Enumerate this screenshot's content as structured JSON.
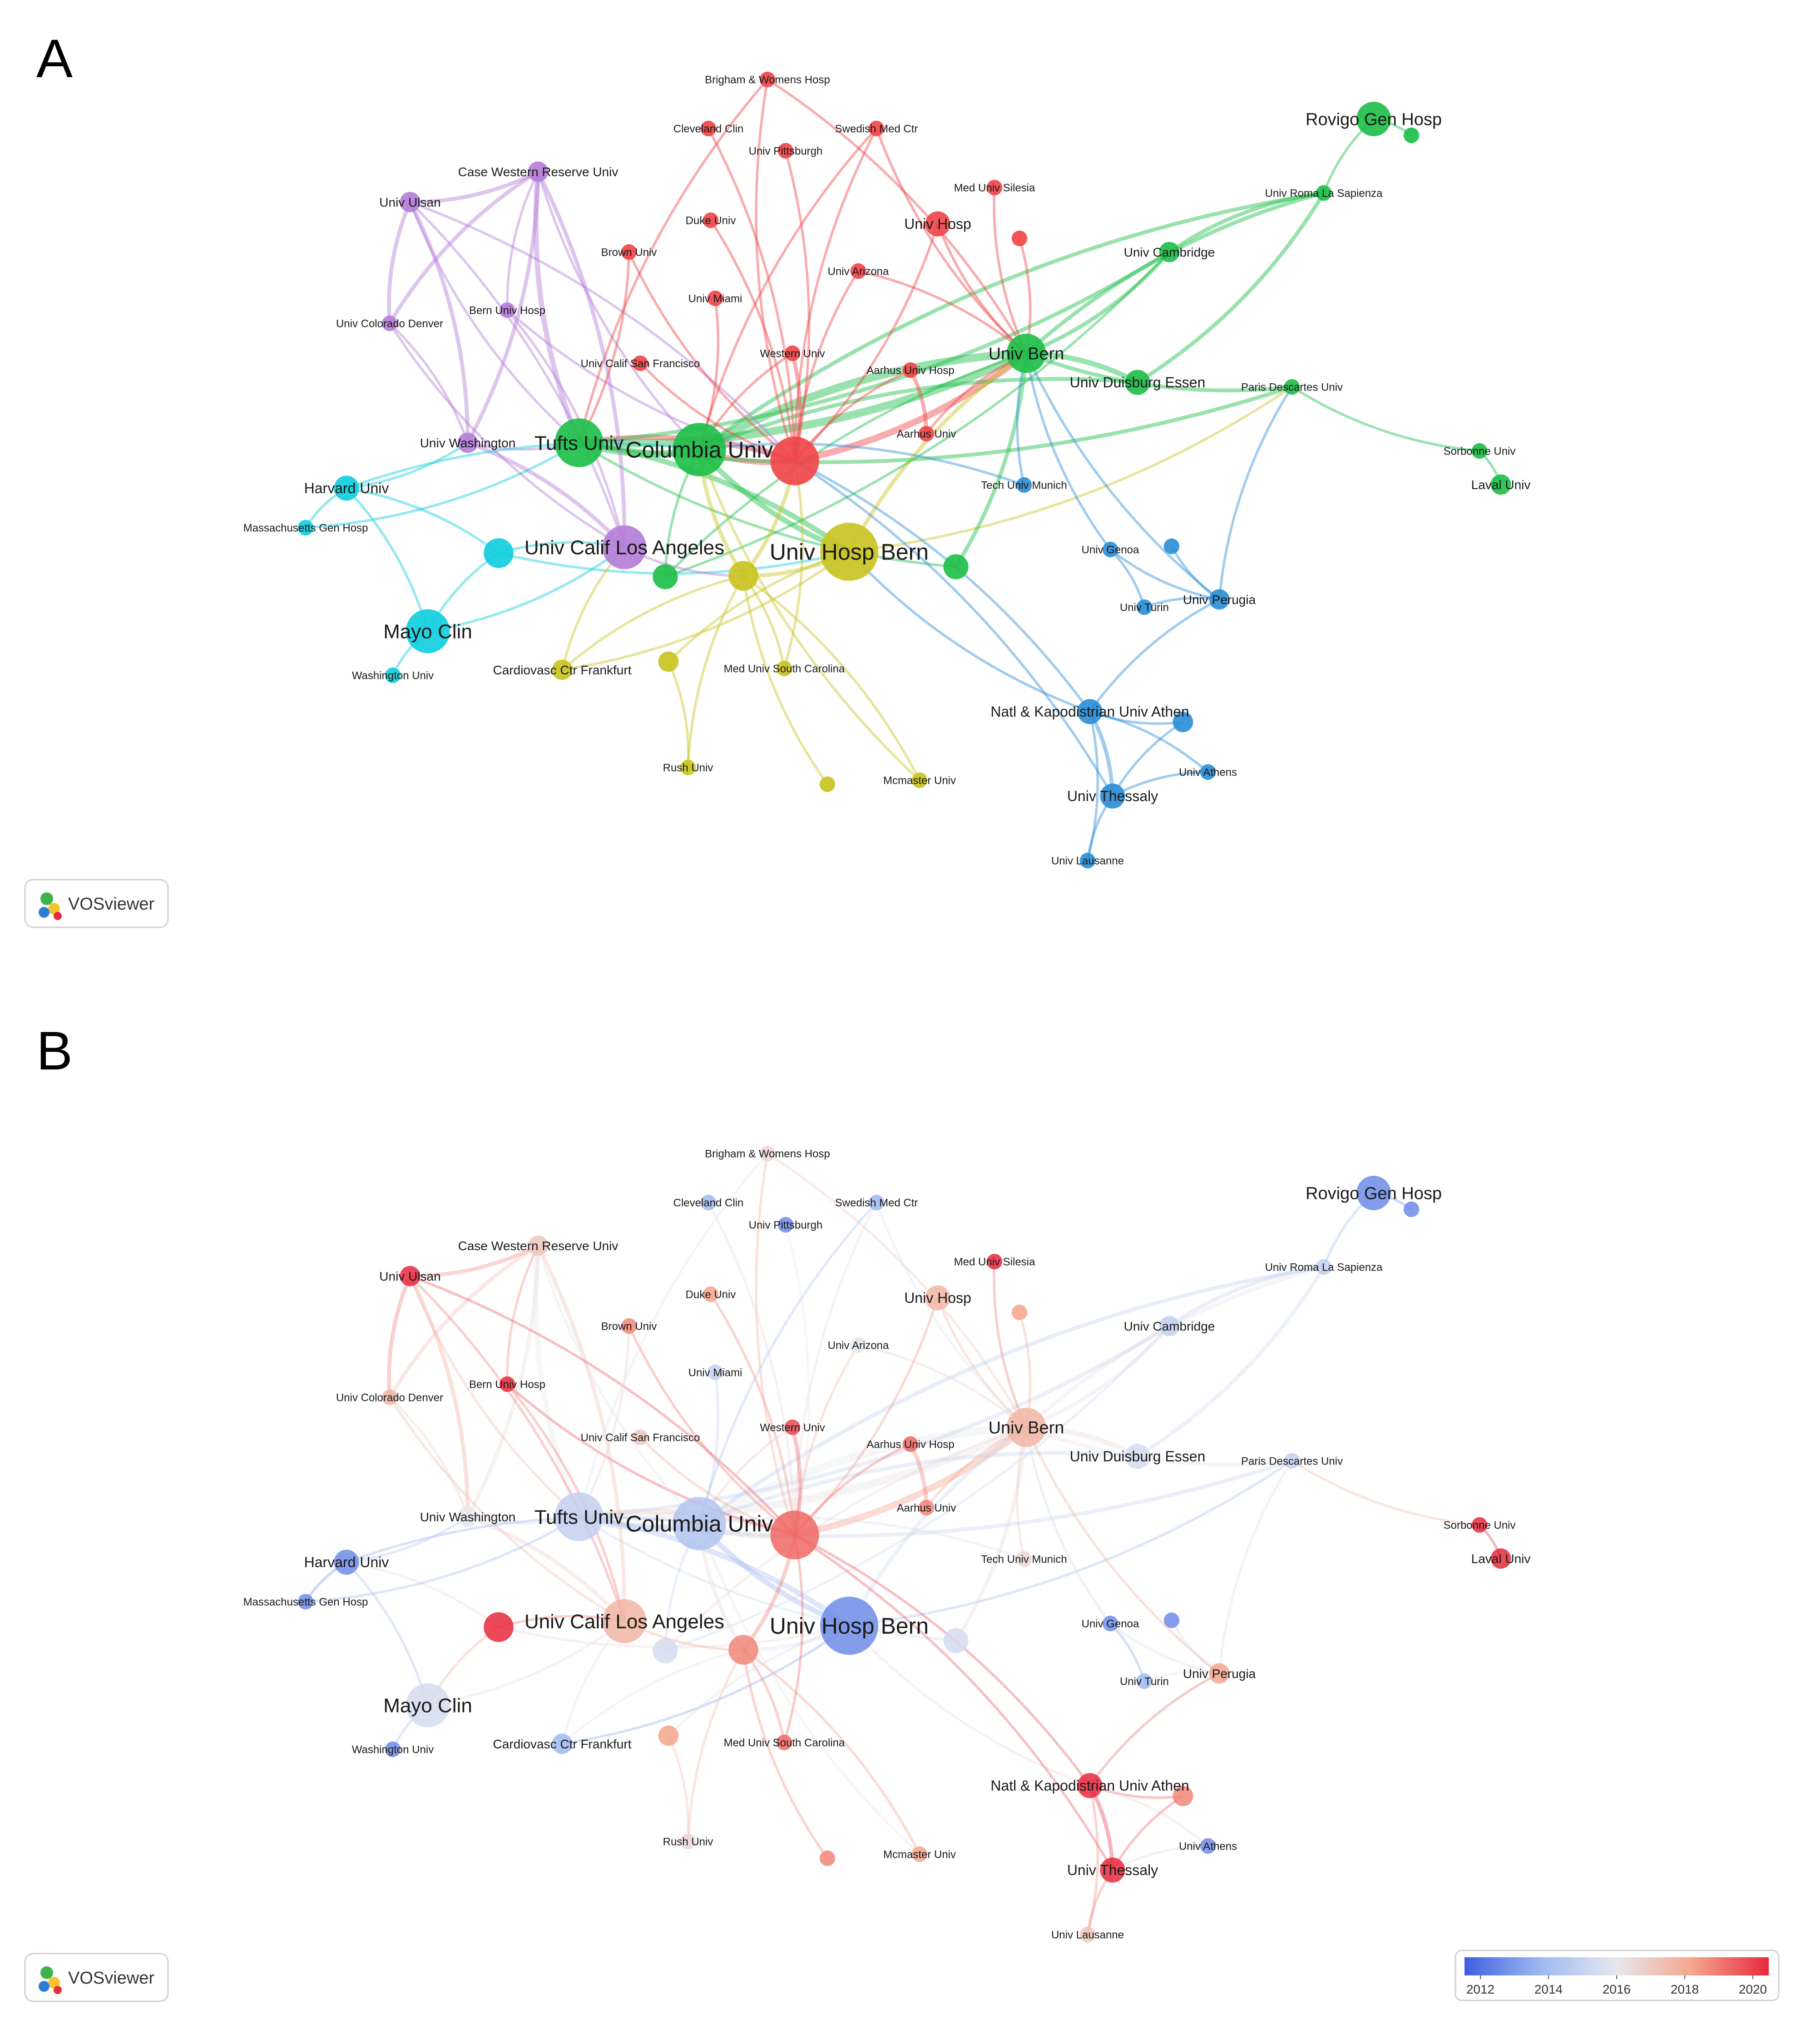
{
  "panels": [
    {
      "id": "A",
      "letter": "A",
      "mode": "cluster"
    },
    {
      "id": "B",
      "letter": "B",
      "mode": "overlay"
    }
  ],
  "watermark": {
    "text": "VOSviewer",
    "icon": "vosviewer-logo-icon"
  },
  "colorbar": {
    "ticks": [
      "2012",
      "2014",
      "2016",
      "2018",
      "2020"
    ],
    "range": [
      2012,
      2020
    ],
    "colors": [
      "#3d5fe0",
      "#9fb8f0",
      "#e6e8ee",
      "#f4a58c",
      "#e8283c"
    ]
  },
  "clusters": {
    "1": "#f0464a",
    "2": "#1fbf4a",
    "3": "#2e8fd6",
    "4": "#c9c423",
    "5": "#b57fd9",
    "6": "#12cede"
  },
  "nodes": [
    {
      "id": "brigham",
      "label": "Brigham & Womens Hosp",
      "cl": 1,
      "w": 1,
      "yr": 2016.5
    },
    {
      "id": "cleveland",
      "label": "Cleveland Clin",
      "cl": 1,
      "w": 1,
      "yr": 2014
    },
    {
      "id": "swedish",
      "label": "Swedish Med Ctr",
      "cl": 1,
      "w": 1,
      "yr": 2014
    },
    {
      "id": "pittsburgh",
      "label": "Univ Pittsburgh",
      "cl": 1,
      "w": 1,
      "yr": 2013
    },
    {
      "id": "silesia",
      "label": "Med Univ Silesia",
      "cl": 1,
      "w": 1,
      "yr": 2020
    },
    {
      "id": "duke",
      "label": "Duke Univ",
      "cl": 1,
      "w": 1,
      "yr": 2018
    },
    {
      "id": "univhosp",
      "label": "Univ Hosp",
      "cl": 1,
      "w": 3,
      "yr": 2017.5
    },
    {
      "id": "unlab1",
      "label": "",
      "cl": 1,
      "w": 1,
      "yr": 2018
    },
    {
      "id": "brown",
      "label": "Brown Univ",
      "cl": 1,
      "w": 1,
      "yr": 2018.5
    },
    {
      "id": "arizona",
      "label": "Univ Arizona",
      "cl": 1,
      "w": 1,
      "yr": 2016
    },
    {
      "id": "miami",
      "label": "Univ Miami",
      "cl": 1,
      "w": 1,
      "yr": 2015
    },
    {
      "id": "ucsf",
      "label": "Univ Calif San Francisco",
      "cl": 1,
      "w": 1,
      "yr": 2017
    },
    {
      "id": "western",
      "label": "Western Univ",
      "cl": 1,
      "w": 1,
      "yr": 2019.5
    },
    {
      "id": "aarhushosp",
      "label": "Aarhus Univ Hosp",
      "cl": 1,
      "w": 1,
      "yr": 2019
    },
    {
      "id": "aarhus",
      "label": "Aarhus Univ",
      "cl": 1,
      "w": 1,
      "yr": 2018.5
    },
    {
      "id": "bigred",
      "label": "",
      "cl": 1,
      "w": 8,
      "yr": 2019
    },
    {
      "id": "rovigo",
      "label": "Rovigo Gen Hosp",
      "cl": 2,
      "w": 5,
      "yr": 2013
    },
    {
      "id": "rovigo2",
      "label": "",
      "cl": 2,
      "w": 1,
      "yr": 2013
    },
    {
      "id": "roma",
      "label": "Univ Roma La Sapienza",
      "cl": 2,
      "w": 1,
      "yr": 2015
    },
    {
      "id": "cambridge",
      "label": "Univ Cambridge",
      "cl": 2,
      "w": 2,
      "yr": 2015
    },
    {
      "id": "bern",
      "label": "Univ Bern",
      "cl": 2,
      "w": 6,
      "yr": 2017.5
    },
    {
      "id": "duisburg",
      "label": "Univ Duisburg Essen",
      "cl": 2,
      "w": 3,
      "yr": 2015.5
    },
    {
      "id": "paris",
      "label": "Paris Descartes Univ",
      "cl": 2,
      "w": 1,
      "yr": 2015
    },
    {
      "id": "sorbonne",
      "label": "Sorbonne Univ",
      "cl": 2,
      "w": 1,
      "yr": 2020
    },
    {
      "id": "laval",
      "label": "Laval Univ",
      "cl": 2,
      "w": 2,
      "yr": 2020
    },
    {
      "id": "tufts",
      "label": "Tufts Univ",
      "cl": 2,
      "w": 8,
      "yr": 2015
    },
    {
      "id": "columbia",
      "label": "Columbia Univ",
      "cl": 2,
      "w": 9,
      "yr": 2014.5
    },
    {
      "id": "unlab2",
      "label": "",
      "cl": 2,
      "w": 3,
      "yr": 2015.5
    },
    {
      "id": "genoa",
      "label": "Univ Genoa",
      "cl": 3,
      "w": 1,
      "yr": 2013
    },
    {
      "id": "unlab3",
      "label": "",
      "cl": 3,
      "w": 1,
      "yr": 2013
    },
    {
      "id": "turin",
      "label": "Univ Turin",
      "cl": 3,
      "w": 1,
      "yr": 2014
    },
    {
      "id": "perugia",
      "label": "Univ Perugia",
      "cl": 3,
      "w": 2,
      "yr": 2018
    },
    {
      "id": "techmunich",
      "label": "Tech Univ Munich",
      "cl": 3,
      "w": 1,
      "yr": 2016.5
    },
    {
      "id": "athens",
      "label": "Natl & Kapodistrian Univ Athen",
      "cl": 3,
      "w": 3,
      "yr": 2020
    },
    {
      "id": "athensb",
      "label": "",
      "cl": 3,
      "w": 2,
      "yr": 2018.5
    },
    {
      "id": "univathens",
      "label": "Univ Athens",
      "cl": 3,
      "w": 1,
      "yr": 2013
    },
    {
      "id": "thessaly",
      "label": "Univ Thessaly",
      "cl": 3,
      "w": 3,
      "yr": 2020
    },
    {
      "id": "lausanne",
      "label": "Univ Lausanne",
      "cl": 3,
      "w": 1,
      "yr": 2017
    },
    {
      "id": "hospbern",
      "label": "Univ Hosp Bern",
      "cl": 4,
      "w": 10,
      "yr": 2013
    },
    {
      "id": "unlab4",
      "label": "",
      "cl": 4,
      "w": 4,
      "yr": 2018.5
    },
    {
      "id": "cardio",
      "label": "Cardiovasc Ctr Frankfurt",
      "cl": 4,
      "w": 2,
      "yr": 2014
    },
    {
      "id": "unlab5",
      "label": "",
      "cl": 4,
      "w": 2,
      "yr": 2018
    },
    {
      "id": "musc",
      "label": "Med Univ South Carolina",
      "cl": 4,
      "w": 1,
      "yr": 2019
    },
    {
      "id": "rush",
      "label": "Rush Univ",
      "cl": 4,
      "w": 1,
      "yr": 2016.5
    },
    {
      "id": "unlab6",
      "label": "",
      "cl": 4,
      "w": 1,
      "yr": 2018.5
    },
    {
      "id": "mcmaster",
      "label": "Mcmaster Univ",
      "cl": 4,
      "w": 1,
      "yr": 2018
    },
    {
      "id": "unlab7",
      "label": "",
      "cl": 2,
      "w": 3,
      "yr": 2015.5
    },
    {
      "id": "cwru",
      "label": "Case Western Reserve Univ",
      "cl": 5,
      "w": 2,
      "yr": 2017
    },
    {
      "id": "ulsan",
      "label": "Univ Ulsan",
      "cl": 5,
      "w": 2,
      "yr": 2020
    },
    {
      "id": "berneuniv",
      "label": "Bern Univ Hosp",
      "cl": 5,
      "w": 1,
      "yr": 2020
    },
    {
      "id": "colorado",
      "label": "Univ Colorado Denver",
      "cl": 5,
      "w": 1,
      "yr": 2017.5
    },
    {
      "id": "uw",
      "label": "Univ Washington",
      "cl": 5,
      "w": 2,
      "yr": 2016
    },
    {
      "id": "ucla",
      "label": "Univ Calif Los Angeles",
      "cl": 5,
      "w": 7,
      "yr": 2017.5
    },
    {
      "id": "harvard",
      "label": "Harvard Univ",
      "cl": 6,
      "w": 3,
      "yr": 2013
    },
    {
      "id": "mgh",
      "label": "Massachusetts Gen Hosp",
      "cl": 6,
      "w": 1,
      "yr": 2013
    },
    {
      "id": "cyannode",
      "label": "",
      "cl": 6,
      "w": 4,
      "yr": 2020
    },
    {
      "id": "mayo",
      "label": "Mayo Clin",
      "cl": 6,
      "w": 7,
      "yr": 2015.5
    },
    {
      "id": "washu",
      "label": "Washington Univ",
      "cl": 6,
      "w": 1,
      "yr": 2013
    }
  ],
  "links": [
    [
      "columbia",
      "bern",
      5
    ],
    [
      "tufts",
      "bern",
      5
    ],
    [
      "columbia",
      "tufts",
      4
    ],
    [
      "columbia",
      "hospbern",
      3
    ],
    [
      "tufts",
      "hospbern",
      3
    ],
    [
      "bigred",
      "bern",
      4
    ],
    [
      "bigred",
      "columbia",
      3
    ],
    [
      "bigred",
      "tufts",
      3
    ],
    [
      "bern",
      "duisburg",
      3
    ],
    [
      "bern",
      "cambridge",
      2
    ],
    [
      "bern",
      "roma",
      2
    ],
    [
      "bern",
      "paris",
      2
    ],
    [
      "cambridge",
      "roma",
      2
    ],
    [
      "duisburg",
      "roma",
      2
    ],
    [
      "columbia",
      "roma",
      2
    ],
    [
      "tufts",
      "cambridge",
      2
    ],
    [
      "columbia",
      "duisburg",
      2
    ],
    [
      "tufts",
      "paris",
      2
    ],
    [
      "hospbern",
      "bern",
      2
    ],
    [
      "hospbern",
      "paris",
      1
    ],
    [
      "rovigo",
      "rovigo2",
      1
    ],
    [
      "rovigo",
      "roma",
      1
    ],
    [
      "sorbonne",
      "laval",
      1
    ],
    [
      "paris",
      "sorbonne",
      1
    ],
    [
      "unlab2",
      "bern",
      1
    ],
    [
      "unlab2",
      "cambridge",
      1
    ],
    [
      "unlab2",
      "columbia",
      1
    ],
    [
      "unlab7",
      "bern",
      2
    ],
    [
      "unlab7",
      "tufts",
      1
    ],
    [
      "cwru",
      "tufts",
      3
    ],
    [
      "cwru",
      "ulsan",
      2
    ],
    [
      "cwru",
      "colorado",
      2
    ],
    [
      "cwru",
      "uw",
      2
    ],
    [
      "cwru",
      "berneuniv",
      1
    ],
    [
      "ulsan",
      "uw",
      2
    ],
    [
      "ulsan",
      "colorado",
      2
    ],
    [
      "ulsan",
      "ucla",
      1
    ],
    [
      "ulsan",
      "tufts",
      1
    ],
    [
      "colorado",
      "uw",
      1
    ],
    [
      "colorado",
      "ucla",
      1
    ],
    [
      "berneuniv",
      "ucla",
      1
    ],
    [
      "berneuniv",
      "bigred",
      1
    ],
    [
      "uw",
      "ucla",
      2
    ],
    [
      "uw",
      "tufts",
      1
    ],
    [
      "cwru",
      "ucla",
      2
    ],
    [
      "cwru",
      "columbia",
      1
    ],
    [
      "ulsan",
      "bigred",
      1
    ],
    [
      "harvard",
      "mgh",
      1
    ],
    [
      "harvard",
      "cyannode",
      1
    ],
    [
      "harvard",
      "uw",
      1
    ],
    [
      "harvard",
      "mayo",
      1
    ],
    [
      "mayo",
      "washu",
      1
    ],
    [
      "mayo",
      "cyannode",
      1
    ],
    [
      "mayo",
      "ucla",
      1
    ],
    [
      "cyannode",
      "ucla",
      1
    ],
    [
      "cyannode",
      "hospbern",
      1
    ],
    [
      "harvard",
      "columbia",
      1
    ],
    [
      "mgh",
      "tufts",
      1
    ],
    [
      "hospbern",
      "unlab4",
      2
    ],
    [
      "unlab4",
      "cardio",
      1
    ],
    [
      "unlab4",
      "musc",
      1
    ],
    [
      "unlab4",
      "rush",
      1
    ],
    [
      "unlab4",
      "mcmaster",
      1
    ],
    [
      "unlab4",
      "unlab6",
      1
    ],
    [
      "hospbern",
      "cardio",
      1
    ],
    [
      "hospbern",
      "unlab5",
      1
    ],
    [
      "unlab5",
      "rush",
      1
    ],
    [
      "unlab4",
      "bigred",
      2
    ],
    [
      "unlab4",
      "columbia",
      2
    ],
    [
      "ucla",
      "unlab4",
      1
    ],
    [
      "cardio",
      "ucla",
      1
    ],
    [
      "musc",
      "bigred",
      1
    ],
    [
      "mcmaster",
      "columbia",
      1
    ],
    [
      "brigham",
      "bigred",
      1
    ],
    [
      "cleveland",
      "bigred",
      1
    ],
    [
      "swedish",
      "bigred",
      1
    ],
    [
      "pittsburgh",
      "bigred",
      1
    ],
    [
      "silesia",
      "bern",
      1
    ],
    [
      "duke",
      "bigred",
      1
    ],
    [
      "univhosp",
      "bern",
      1
    ],
    [
      "univhosp",
      "bigred",
      1
    ],
    [
      "brown",
      "bigred",
      1
    ],
    [
      "brown",
      "tufts",
      1
    ],
    [
      "arizona",
      "bigred",
      1
    ],
    [
      "miami",
      "columbia",
      1
    ],
    [
      "ucsf",
      "bigred",
      1
    ],
    [
      "western",
      "bigred",
      2
    ],
    [
      "western",
      "columbia",
      1
    ],
    [
      "aarhushosp",
      "aarhus",
      2
    ],
    [
      "aarhushosp",
      "bigred",
      1
    ],
    [
      "aarhus",
      "bern",
      1
    ],
    [
      "swedish",
      "columbia",
      1
    ],
    [
      "unlab1",
      "bern",
      1
    ],
    [
      "brigham",
      "tufts",
      1
    ],
    [
      "brigham",
      "bern",
      1
    ],
    [
      "swedish",
      "bern",
      1
    ],
    [
      "arizona",
      "bern",
      1
    ],
    [
      "genoa",
      "perugia",
      1
    ],
    [
      "genoa",
      "turin",
      1
    ],
    [
      "unlab3",
      "perugia",
      1
    ],
    [
      "turin",
      "perugia",
      1
    ],
    [
      "perugia",
      "athens",
      1
    ],
    [
      "athens",
      "thessaly",
      2
    ],
    [
      "athens",
      "athensb",
      1
    ],
    [
      "athens",
      "univathens",
      1
    ],
    [
      "thessaly",
      "lausanne",
      1
    ],
    [
      "thessaly",
      "univathens",
      1
    ],
    [
      "athensb",
      "thessaly",
      1
    ],
    [
      "athens",
      "hospbern",
      1
    ],
    [
      "athens",
      "bigred",
      1
    ],
    [
      "techmunich",
      "bern",
      1
    ],
    [
      "techmunich",
      "columbia",
      1
    ],
    [
      "perugia",
      "bern",
      1
    ],
    [
      "thessaly",
      "bigred",
      1
    ],
    [
      "perugia",
      "paris",
      1
    ],
    [
      "lausanne",
      "athens",
      1
    ],
    [
      "genoa",
      "bern",
      1
    ]
  ]
}
